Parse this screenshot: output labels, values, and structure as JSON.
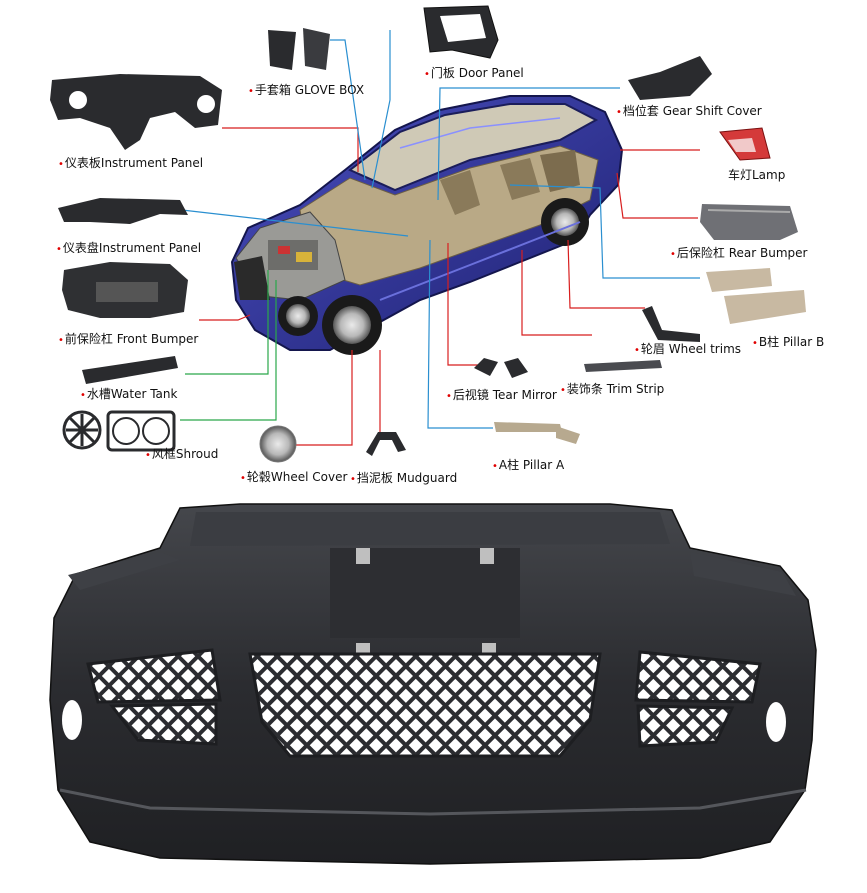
{
  "parts": [
    {
      "id": "glove-box",
      "label": "手套箱 GLOVE BOX"
    },
    {
      "id": "door-panel",
      "label": "门板 Door Panel"
    },
    {
      "id": "gear-shift-cover",
      "label": "档位套 Gear Shift Cover"
    },
    {
      "id": "instrument-panel-1",
      "label": "仪表板Instrument Panel"
    },
    {
      "id": "lamp",
      "label": "车灯Lamp"
    },
    {
      "id": "instrument-panel-2",
      "label": "仪表盘Instrument Panel"
    },
    {
      "id": "rear-bumper",
      "label": "后保险杠 Rear Bumper"
    },
    {
      "id": "front-bumper",
      "label": "前保险杠 Front Bumper"
    },
    {
      "id": "b-pillar",
      "label": "B柱 Pillar B"
    },
    {
      "id": "wheel-trims",
      "label": "轮眉 Wheel trims"
    },
    {
      "id": "water-tank",
      "label": "水槽Water Tank"
    },
    {
      "id": "tear-mirror",
      "label": "后视镜 Tear Mirror"
    },
    {
      "id": "trim-strip",
      "label": "装饰条 Trim Strip"
    },
    {
      "id": "shroud",
      "label": "风框Shroud"
    },
    {
      "id": "a-pillar",
      "label": "A柱 Pillar A"
    },
    {
      "id": "wheel-cover",
      "label": "轮毂Wheel Cover"
    },
    {
      "id": "mudguard",
      "label": "挡泥板 Mudguard"
    }
  ],
  "colors": {
    "leader_red": "#d81e1e",
    "leader_blue": "#2a8fd0",
    "leader_green": "#2aa84a",
    "car_body": "#2c2f8f",
    "part_plastic": "#2a2b2e",
    "bumper": "#2f3033"
  }
}
